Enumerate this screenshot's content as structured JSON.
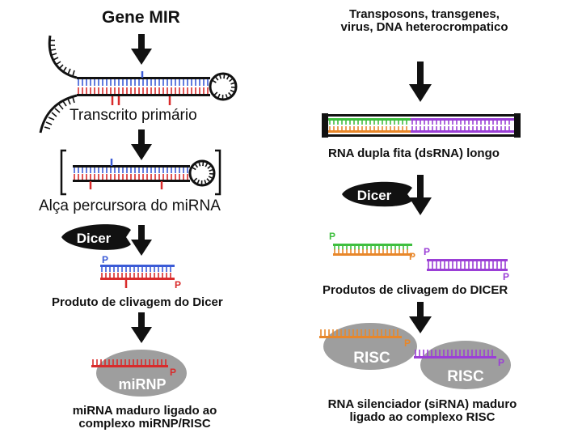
{
  "left": {
    "title": "Gene MIR",
    "primary_transcript": "Transcrito primário",
    "precursor": "Alça percursora do miRNA",
    "dicer": "Dicer",
    "p_top": "P",
    "p_bottom": "P",
    "cleavage_products": "Produto de clivagem do Dicer",
    "p_mature": "P",
    "complex": "miRNP",
    "final_line1": "miRNA maduro ligado ao",
    "final_line2": "complexo miRNP/RISC"
  },
  "right": {
    "title_line1": "Transposons, transgenes,",
    "title_line2": "virus, DNA heterocrompatico",
    "dsrna": "RNA dupla fita (dsRNA) longo",
    "dicer": "Dicer",
    "p_green": "P",
    "p_orange": "P",
    "p_purple_top": "P",
    "p_purple_bottom": "P",
    "cleavage_products": "Produtos de clivagem do DICER",
    "risc_a": "RISC",
    "risc_b": "RISC",
    "p_risc_a": "P",
    "p_risc_b": "P",
    "final_line1": "RNA silenciador (siRNA) maduro",
    "final_line2": "ligado ao complexo RISC"
  },
  "colors": {
    "blue_strand": "#3b5bd6",
    "red_strand": "#d92b2b",
    "green_strand": "#3fbf3f",
    "orange_strand": "#e8872a",
    "purple_strand": "#9b3fd6",
    "enzyme": "#111111",
    "risc_grey": "#9e9e9e"
  }
}
